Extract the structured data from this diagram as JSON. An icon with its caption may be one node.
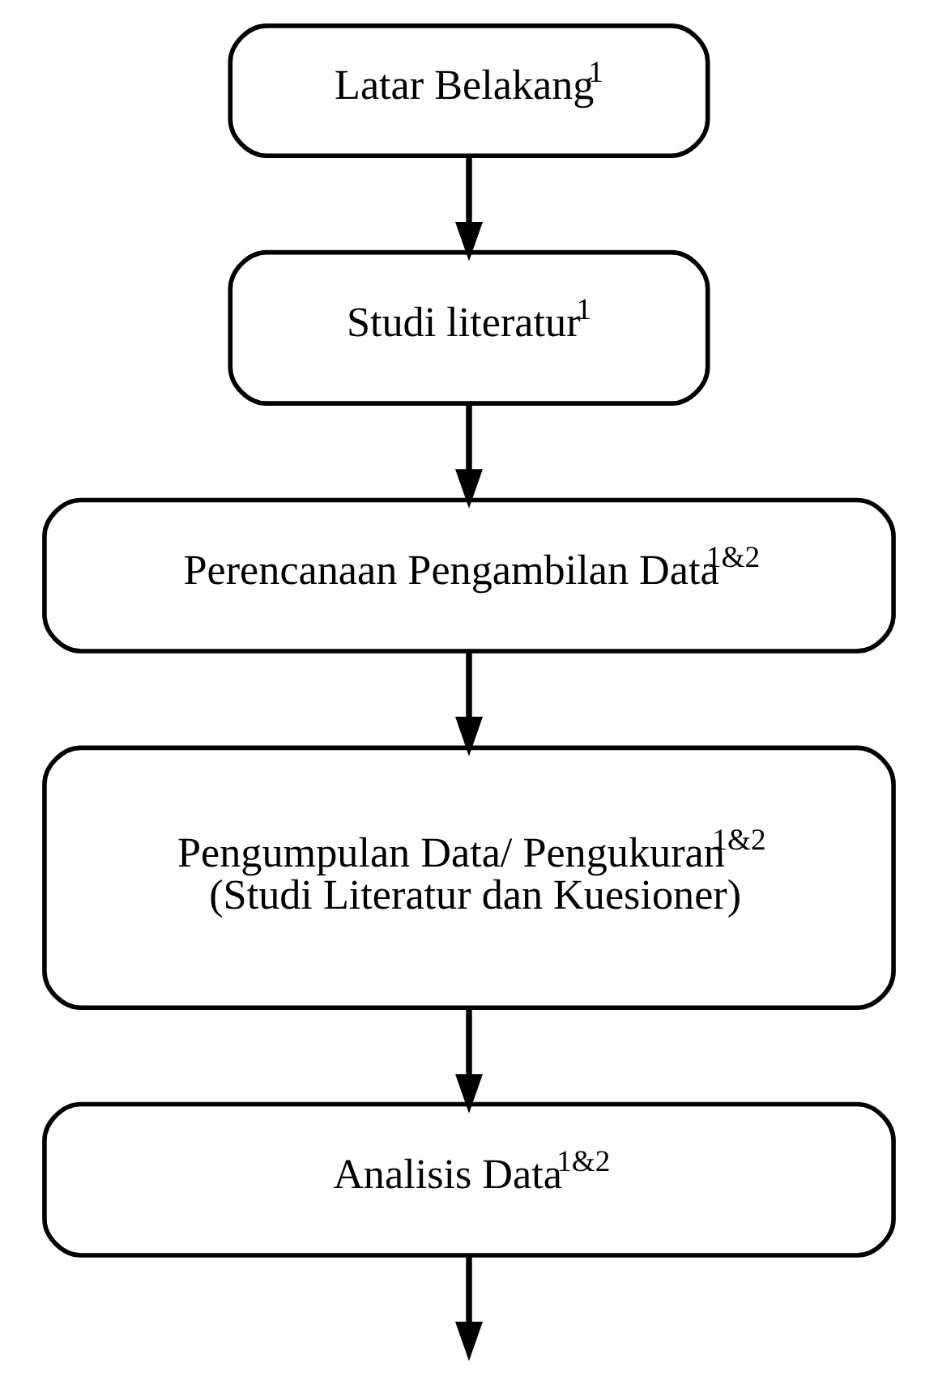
{
  "diagram": {
    "nodes": [
      {
        "text": [
          "Latar Belakang$^{1}$"
        ]
      },
      {
        "text": [
          "Studi literatur$^{1}$"
        ]
      },
      {
        "text": [
          "Perencanaan Pengambilan Data$^{1&2}$"
        ]
      },
      {
        "text": [
          "Pengumpulan Data/ Pengukuran$^{1&2}$ (Studi Literatur dan Kuesioner)"
        ]
      },
      {
        "text": [
          "Analisis Data$^{1&2}$"
        ]
      }
    ],
    "edges": [
      {
        "from": 0,
        "to": 1,
        "arrow": "to"
      },
      {
        "from": 1,
        "to": 2,
        "arrow": "to"
      },
      {
        "from": 2,
        "to": 3,
        "arrow": "to"
      },
      {
        "from": 3,
        "to": 4,
        "arrow": "to"
      },
      {
        "from": 4,
        "to": null,
        "arrow": "to"
      }
    ]
  }
}
